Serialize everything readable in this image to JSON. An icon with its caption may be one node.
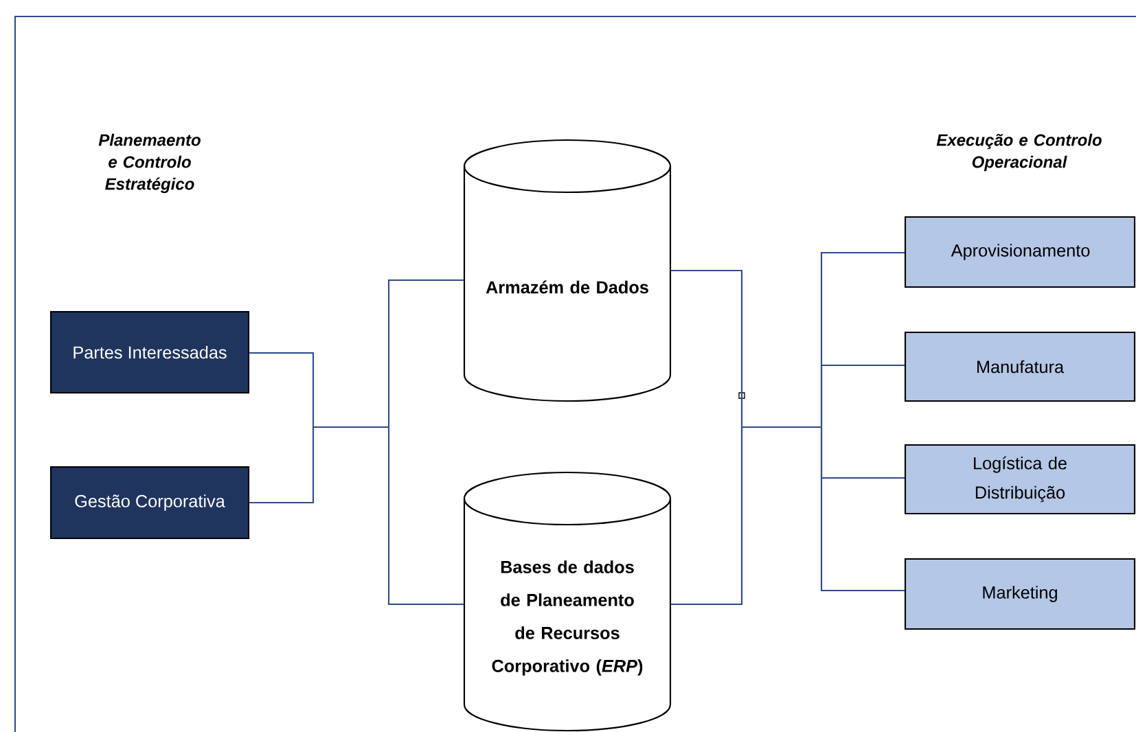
{
  "diagram": {
    "nodes": [
      {
        "text": [
          "Partes Interessadas"
        ]
      },
      {
        "text": [
          "Gestão Corporativa"
        ]
      },
      {
        "text": [
          "Armazém de Dados"
        ]
      },
      {
        "text": [
          "Bases de dados de Planeamento de Recursos Corporativo (*ERP*)"
        ]
      },
      {
        "text": [
          "Aprovisionamento"
        ]
      },
      {
        "text": [
          "Manufatura"
        ]
      },
      {
        "text": [
          "Logística de Distribuição"
        ]
      },
      {
        "text": [
          "Marketing"
        ]
      }
    ],
    "edges": [
      {
        "from": 0,
        "to": 2,
        "arrow": "none"
      },
      {
        "from": 0,
        "to": 3,
        "arrow": "none"
      },
      {
        "from": 1,
        "to": 2,
        "arrow": "none"
      },
      {
        "from": 1,
        "to": 3,
        "arrow": "none"
      },
      {
        "from": 2,
        "to": 4,
        "arrow": "none"
      },
      {
        "from": 2,
        "to": 5,
        "arrow": "none"
      },
      {
        "from": 2,
        "to": 6,
        "arrow": "none"
      },
      {
        "from": 2,
        "to": 7,
        "arrow": "none"
      },
      {
        "from": 3,
        "to": 4,
        "arrow": "none"
      },
      {
        "from": 3,
        "to": 5,
        "arrow": "none"
      },
      {
        "from": 3,
        "to": 6,
        "arrow": "none"
      },
      {
        "from": 3,
        "to": 7,
        "arrow": "none"
      }
    ],
    "labels": [
      "Planemaento e Controlo Estratégico",
      "Execução e Controlo Operacional"
    ]
  }
}
